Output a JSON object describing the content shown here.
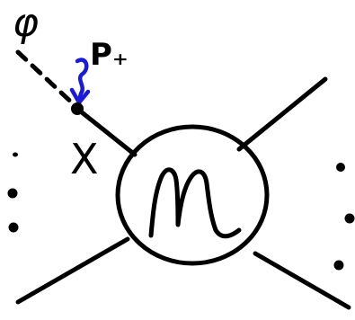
{
  "diagram": {
    "field_label": "φ",
    "momentum_label": "P₊",
    "cross_label": "X",
    "blob_label": "M",
    "colors": {
      "ink": "#000000",
      "highlight": "#1a1adb",
      "background": "#ffffff"
    }
  }
}
